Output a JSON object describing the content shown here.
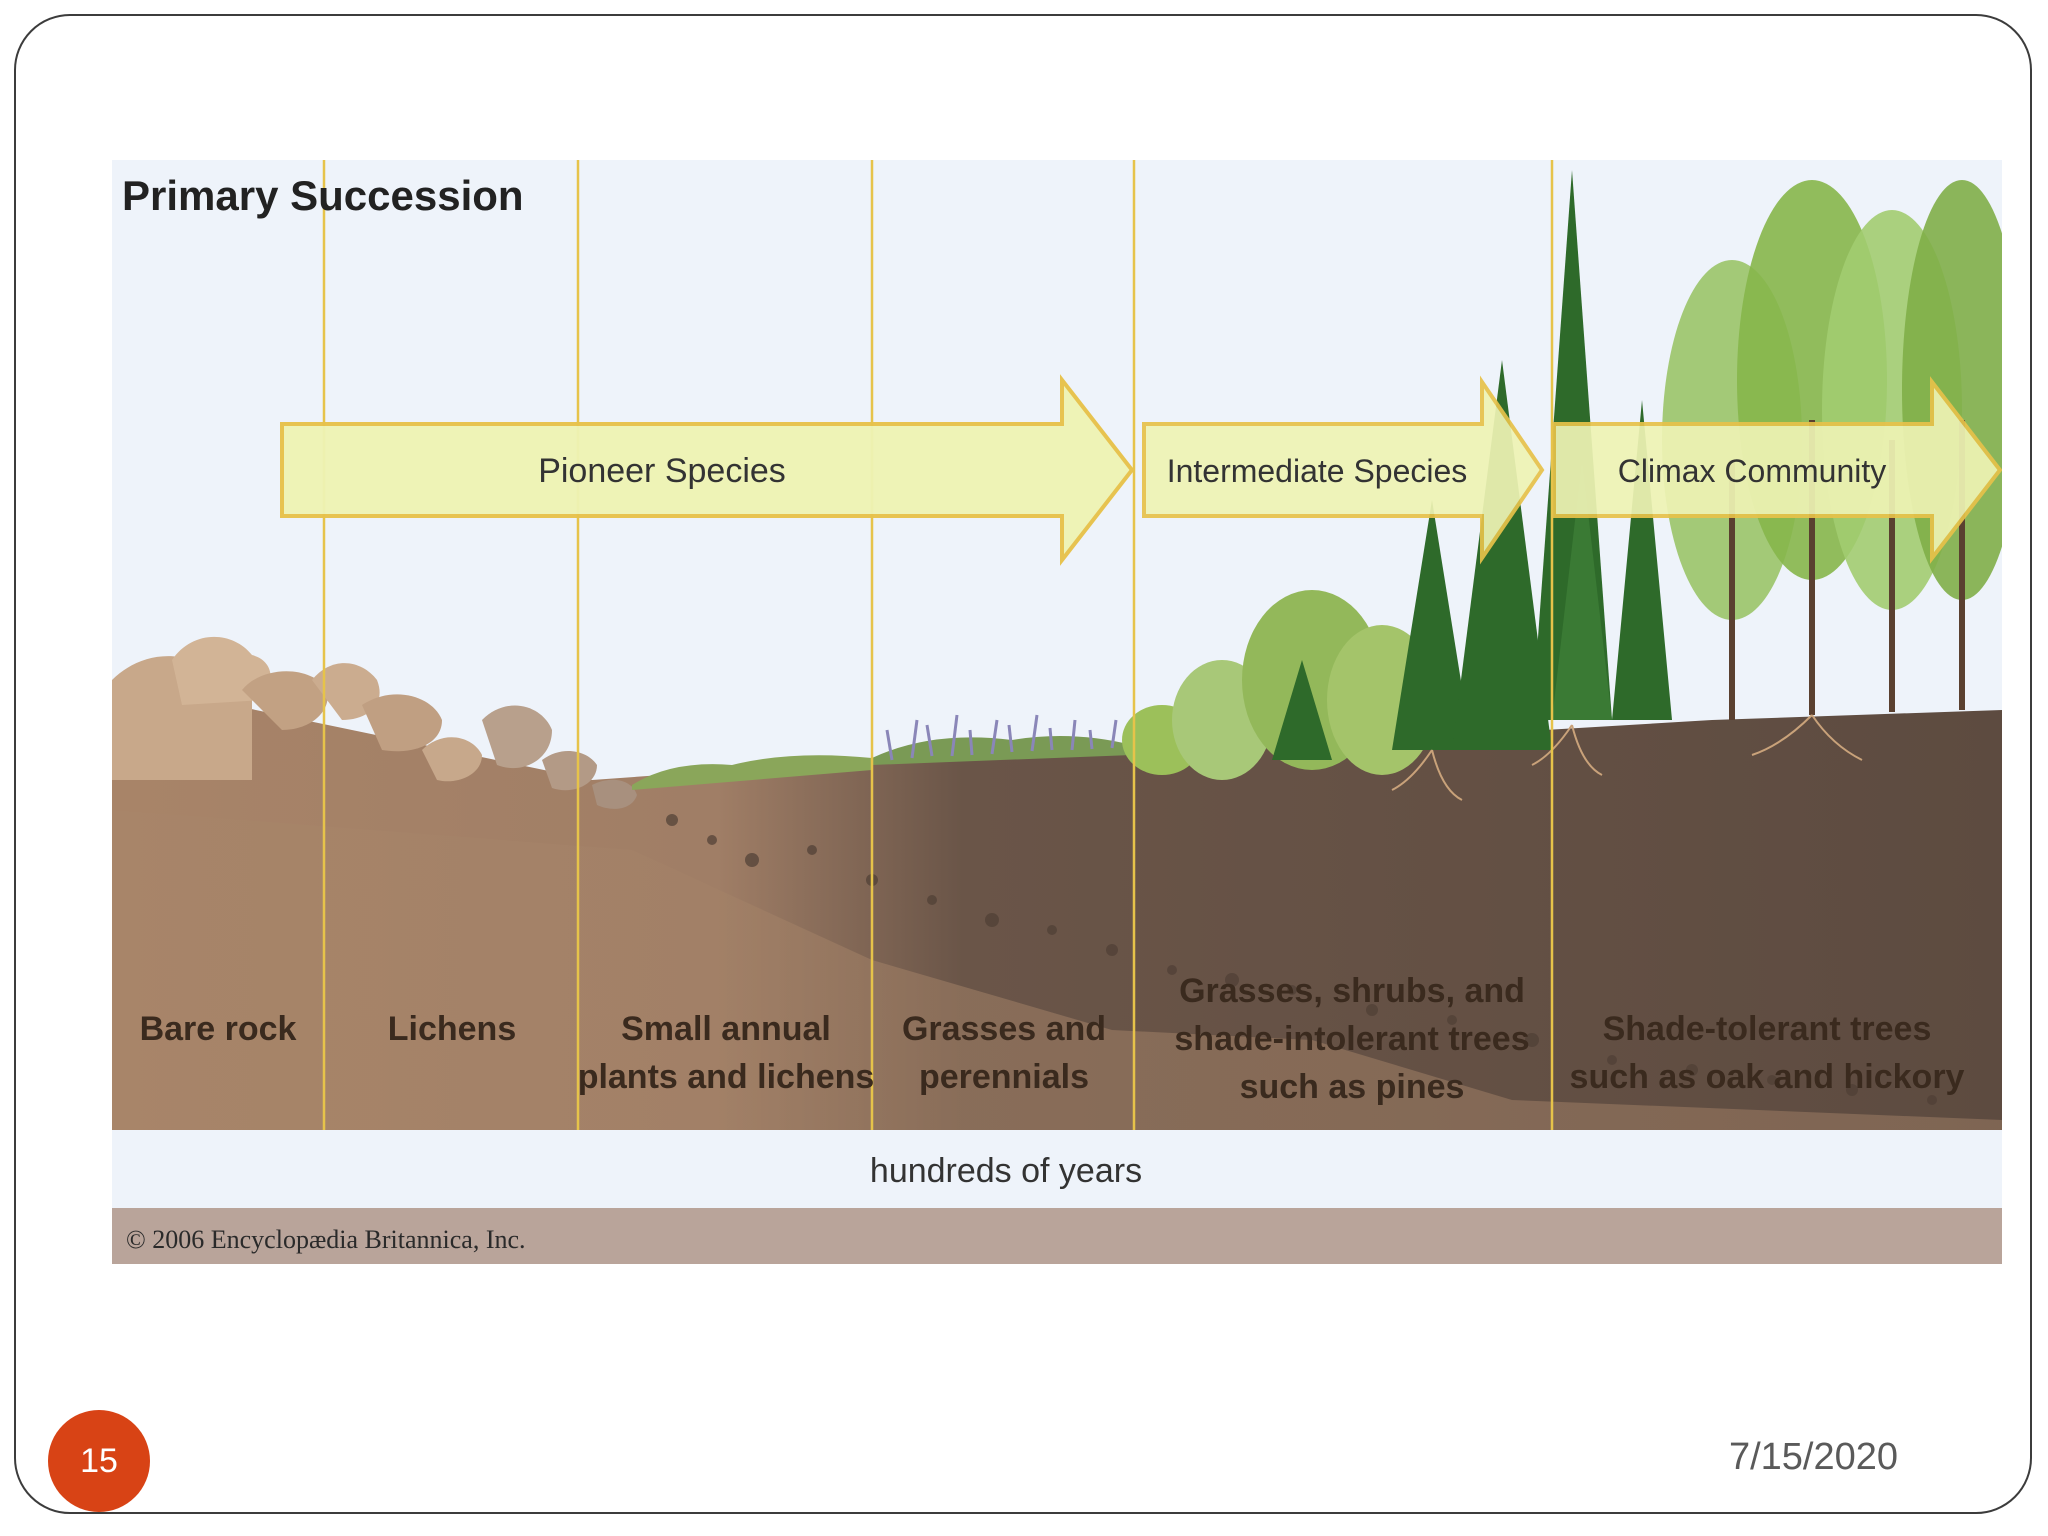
{
  "slide": {
    "number": "15",
    "date": "7/15/2020",
    "accent_color": "#d84315"
  },
  "diagram": {
    "title": "Primary Succession",
    "arrows": [
      {
        "label": "Pioneer Species"
      },
      {
        "label": "Intermediate Species"
      },
      {
        "label": "Climax Community"
      }
    ],
    "stages": [
      {
        "line1": "Bare rock",
        "line2": ""
      },
      {
        "line1": "Lichens",
        "line2": ""
      },
      {
        "line1": "Small annual",
        "line2": "plants and lichens"
      },
      {
        "line1": "Grasses and",
        "line2": "perennials"
      },
      {
        "line1": "Grasses, shrubs, and",
        "line2": "shade-intolerant trees",
        "line3": "such as pines"
      },
      {
        "line1": "Shade-tolerant trees",
        "line2": "such as oak and hickory"
      }
    ],
    "timeline_label": "hundreds of years",
    "copyright": "© 2006 Encyclopædia Britannica, Inc.",
    "colors": {
      "sky": "#eef3fa",
      "soil_light": "#a88468",
      "soil_dark": "#5d4b40",
      "arrow_fill": "#eef3b4",
      "arrow_stroke": "#e7c24a",
      "divider": "#e6c34a",
      "conifer": "#2e6a2a",
      "deciduous": "#86b64a"
    }
  }
}
